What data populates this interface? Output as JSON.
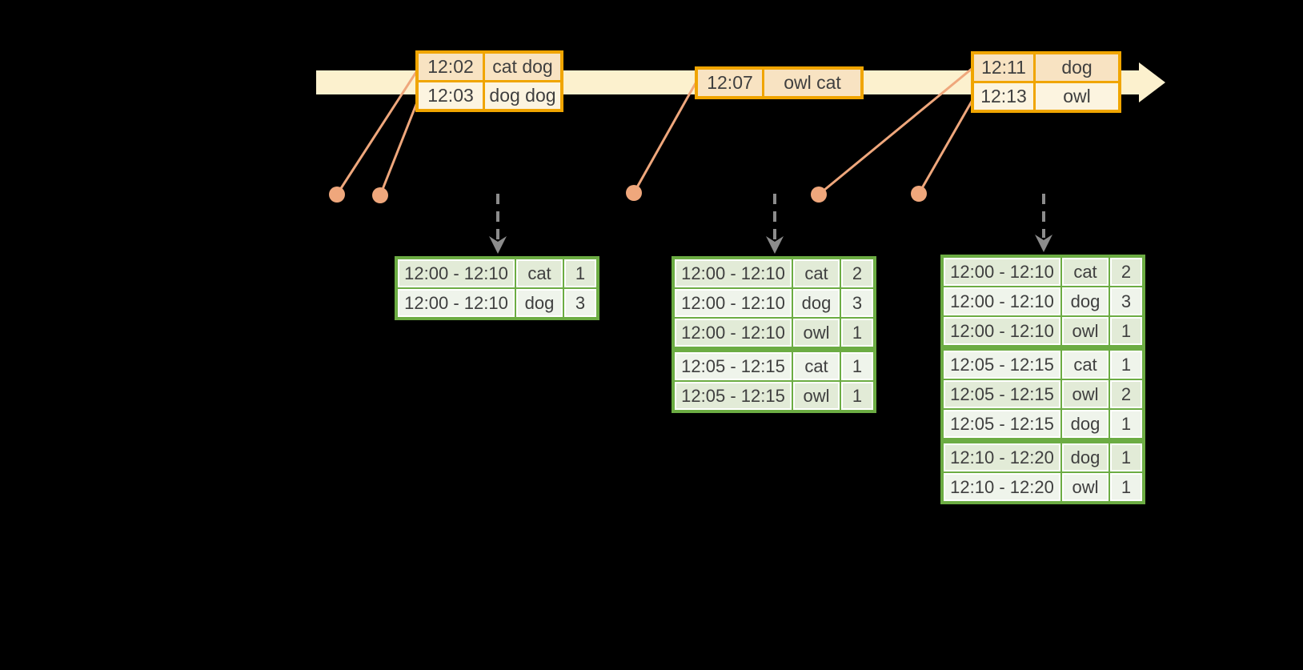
{
  "colors": {
    "timeline_band": "#FCF1CE",
    "event_border": "#F0A500",
    "event_row_odd": "#F8E3C2",
    "event_row_even": "#FCF4E0",
    "connector": "#EFA77C",
    "result_border": "#6CAC43",
    "result_row_odd": "#E2EBD7",
    "result_row_even": "#EFF4EB",
    "dashed_arrow": "#8C8C8C",
    "text": "#3F3F3F",
    "background": "#000000"
  },
  "event_tables": [
    {
      "rows": [
        {
          "time": "12:02",
          "words": "cat dog"
        },
        {
          "time": "12:03",
          "words": "dog dog"
        }
      ]
    },
    {
      "rows": [
        {
          "time": "12:07",
          "words": "owl cat"
        }
      ]
    },
    {
      "rows": [
        {
          "time": "12:11",
          "words": "dog"
        },
        {
          "time": "12:13",
          "words": "owl"
        }
      ]
    }
  ],
  "result_tables": [
    {
      "rows": [
        {
          "window": "12:00 - 12:10",
          "word": "cat",
          "count": "1"
        },
        {
          "window": "12:00 - 12:10",
          "word": "dog",
          "count": "3"
        }
      ]
    },
    {
      "rows": [
        {
          "window": "12:00 - 12:10",
          "word": "cat",
          "count": "2"
        },
        {
          "window": "12:00 - 12:10",
          "word": "dog",
          "count": "3"
        },
        {
          "window": "12:00 - 12:10",
          "word": "owl",
          "count": "1"
        },
        {
          "window": "12:05 - 12:15",
          "word": "cat",
          "count": "1"
        },
        {
          "window": "12:05 - 12:15",
          "word": "owl",
          "count": "1"
        }
      ]
    },
    {
      "rows": [
        {
          "window": "12:00 - 12:10",
          "word": "cat",
          "count": "2"
        },
        {
          "window": "12:00 - 12:10",
          "word": "dog",
          "count": "3"
        },
        {
          "window": "12:00 - 12:10",
          "word": "owl",
          "count": "1"
        },
        {
          "window": "12:05 - 12:15",
          "word": "cat",
          "count": "1"
        },
        {
          "window": "12:05 - 12:15",
          "word": "owl",
          "count": "2"
        },
        {
          "window": "12:05 - 12:15",
          "word": "dog",
          "count": "1"
        },
        {
          "window": "12:10 - 12:20",
          "word": "dog",
          "count": "1"
        },
        {
          "window": "12:10 - 12:20",
          "word": "owl",
          "count": "1"
        }
      ]
    }
  ]
}
